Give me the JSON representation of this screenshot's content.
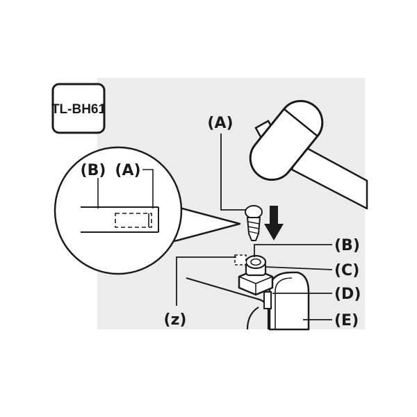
{
  "tool_badge": "TL-BH61",
  "callouts": {
    "a_top": "(A)",
    "b": "(B)",
    "c": "(C)",
    "d": "(D)",
    "e": "(E)",
    "z": "(z)",
    "zoom_b": "(B)",
    "zoom_a": "(A)"
  },
  "colors": {
    "ink": "#1a1a1a",
    "backdrop": "#ececec",
    "page": "#ffffff"
  }
}
